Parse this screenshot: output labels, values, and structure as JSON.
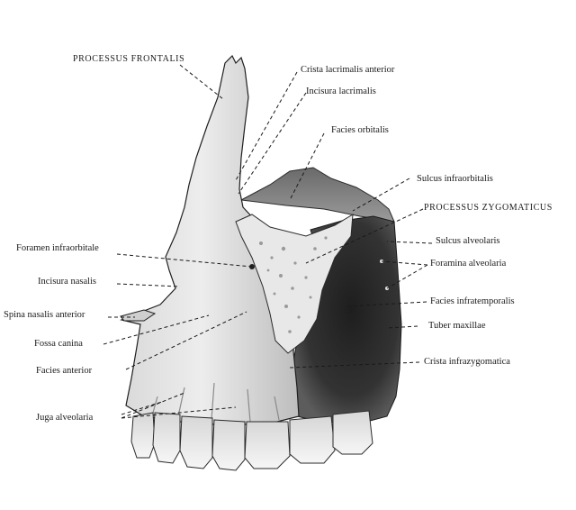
{
  "figure": {
    "labels": {
      "processus_frontalis": "PROCESSUS FRONTALIS",
      "crista_lacrimalis_anterior": "Crista lacrimalis anterior",
      "incisura_lacrimalis": "Incisura lacrimalis",
      "facies_orbitalis": "Facies orbitalis",
      "sulcus_infraorbitalis": "Sulcus infraorbitalis",
      "processus_zygomaticus": "PROCESSUS ZYGOMATICUS",
      "sulcus_alveolaris": "Sulcus alveolaris",
      "foramina_alveolaria": "Foramina alveolaria",
      "foramen_infraorbitale": "Foramen infraorbitale",
      "incisura_nasalis": "Incisura nasalis",
      "facies_infratemporalis": "Facies infratemporalis",
      "spina_nasalis_anterior": "Spina nasalis anterior",
      "tuber_maxillae": "Tuber maxillae",
      "fossa_canina": "Fossa canina",
      "crista_infrazygomatica": "Crista infrazygomatica",
      "facies_anterior": "Facies anterior",
      "juga_alveolaria": "Juga alveolaria"
    }
  }
}
